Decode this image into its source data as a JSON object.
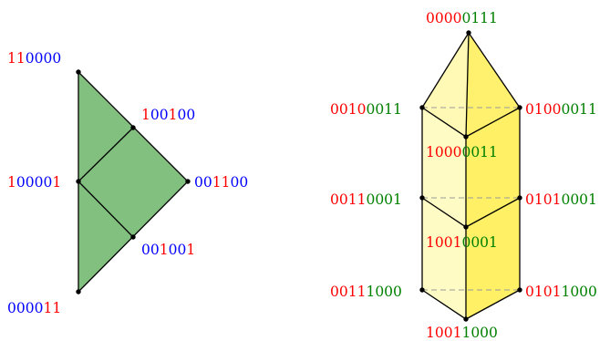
{
  "colors": {
    "red": "#ff0000",
    "blue": "#0000ff",
    "green": "#008000",
    "triangle_fill": "#82c07f",
    "prism_fill_light": "#fffbc4",
    "prism_fill_dark": "#fff066"
  },
  "left_labels": {
    "v110000": {
      "red": "11",
      "blue": "0000"
    },
    "v100100": {
      "red": "1",
      "blue": "00",
      "red2": "1",
      "blue2": "00"
    },
    "v100001": {
      "red": "1",
      "blue": "0000",
      "red2": "1"
    },
    "v001100": {
      "blue": "00",
      "red": "11",
      "blue2": "00"
    },
    "v001001": {
      "blue": "00",
      "red": "1",
      "blue2": "00",
      "red2": "1"
    },
    "v000011": {
      "blue": "0000",
      "red": "11"
    }
  },
  "right_labels": {
    "top": {
      "red": "0000",
      "green": "0111"
    },
    "r1l": {
      "red": "0010",
      "green": "0011"
    },
    "r1r": {
      "red": "0100",
      "green": "0011"
    },
    "r1f": {
      "red": "1000",
      "green": "0011"
    },
    "r2l": {
      "red": "0011",
      "green": "0001"
    },
    "r2r": {
      "red": "0101",
      "green": "0001"
    },
    "r2f": {
      "red": "1001",
      "green": "0001"
    },
    "r3l": {
      "red": "0011",
      "green": "1000"
    },
    "r3r": {
      "red": "0101",
      "green": "1000"
    },
    "r3f": {
      "red": "1001",
      "green": "1000"
    }
  }
}
